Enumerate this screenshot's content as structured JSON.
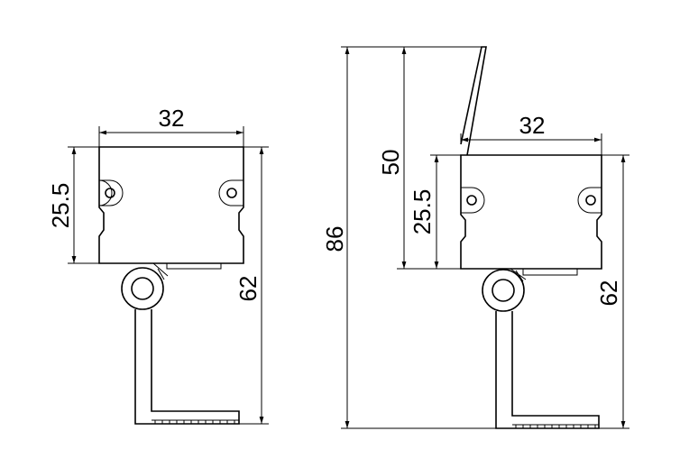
{
  "views": {
    "left": {
      "width_label": "32",
      "box_height_label": "25.5",
      "total_height_label": "62"
    },
    "right": {
      "width_label": "32",
      "box_height_label": "25.5",
      "arm_height_label": "50",
      "total_height_label": "86",
      "lower_height_label": "62"
    }
  }
}
